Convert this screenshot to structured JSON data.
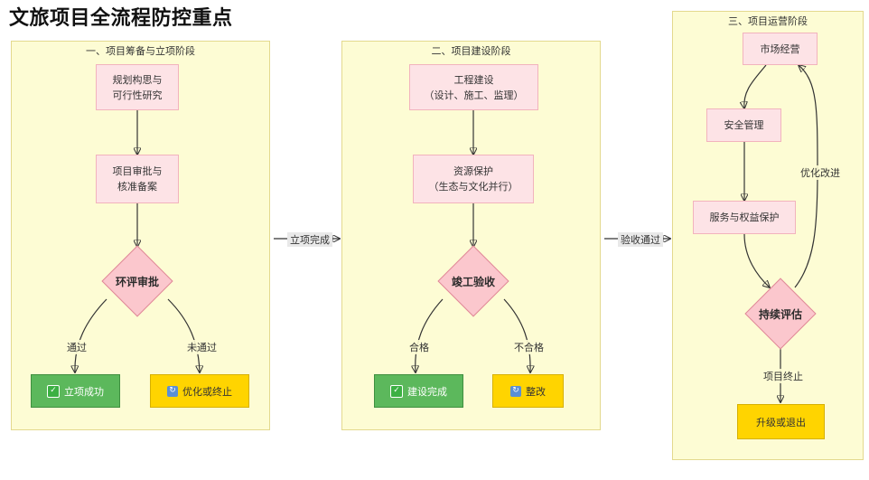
{
  "title": "文旅项目全流程防控重点",
  "stages": [
    {
      "title": "一、项目筹备与立项阶段",
      "nodes": [
        "规划构思与\n可行性研究",
        "项目审批与\n核准备案"
      ],
      "decision": "环评审批",
      "yes_label": "通过",
      "no_label": "未通过",
      "success": "立项成功",
      "fail": "优化或终止"
    },
    {
      "title": "二、项目建设阶段",
      "nodes": [
        "工程建设\n（设计、施工、监理）",
        "资源保护\n（生态与文化并行）"
      ],
      "decision": "竣工验收",
      "yes_label": "合格",
      "no_label": "不合格",
      "success": "建设完成",
      "fail": "整改"
    },
    {
      "title": "三、项目运营阶段",
      "nodes": [
        "市场经营",
        "安全管理",
        "服务与权益保护"
      ],
      "decision": "持续评估",
      "loop_label": "优化改进",
      "end_label": "项目终止",
      "end": "升级或退出"
    }
  ],
  "connectors": [
    "立项完成",
    "验收通过"
  ],
  "icons": [
    "check-icon",
    "redo-icon"
  ],
  "colors": {
    "stage_bg": "#fdfcd4",
    "node_bg": "#fde3e6",
    "decision_bg": "#fbc7cd",
    "success_bg": "#5cb85c",
    "fail_bg": "#ffd400"
  }
}
